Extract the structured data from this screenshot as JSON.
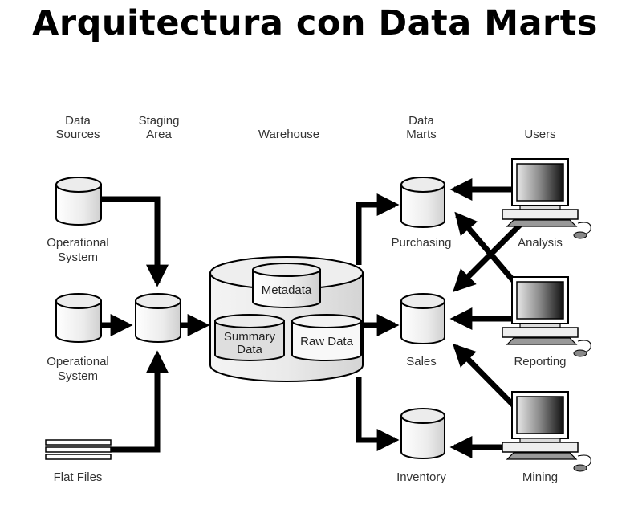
{
  "title": "Arquitectura con Data Marts",
  "columns": {
    "data_sources": [
      "Data",
      "Sources"
    ],
    "staging_area": [
      "Staging",
      "Area"
    ],
    "warehouse": "Warehouse",
    "data_marts": [
      "Data",
      "Marts"
    ],
    "users": "Users"
  },
  "sources": [
    {
      "type": "database",
      "label": [
        "Operational",
        "System"
      ]
    },
    {
      "type": "database",
      "label": [
        "Operational",
        "System"
      ]
    },
    {
      "type": "flat-files",
      "label": [
        "Flat Files"
      ]
    }
  ],
  "warehouse": {
    "components": {
      "metadata": "Metadata",
      "summary_data": [
        "Summary",
        "Data"
      ],
      "raw_data": "Raw Data"
    }
  },
  "data_marts": [
    "Purchasing",
    "Sales",
    "Inventory"
  ],
  "users": [
    "Analysis",
    "Reporting",
    "Mining"
  ],
  "colors": {
    "line": "#000000",
    "cylinder_fill": "#f2f2f2",
    "text": "#333333"
  }
}
